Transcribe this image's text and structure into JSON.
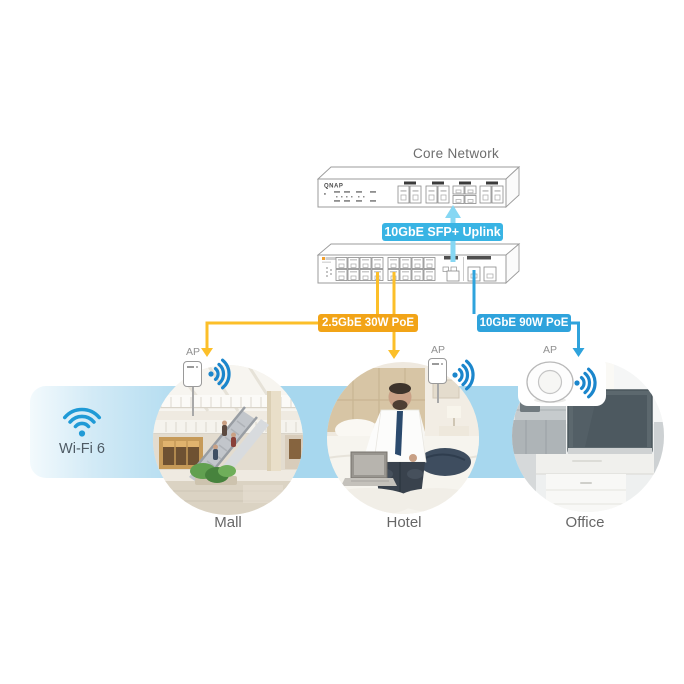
{
  "header": {
    "core_network_label": "Core Network"
  },
  "switches": {
    "brand": "QNAP"
  },
  "badges": {
    "uplink": {
      "label": "10GbE SFP+ Uplink",
      "color": "#39b4e4"
    },
    "poe30": {
      "label": "2.5GbE 30W PoE",
      "color": "#f2a417"
    },
    "poe90": {
      "label": "10GbE 90W PoE",
      "color": "#2fa3dc"
    }
  },
  "wifi": {
    "label": "Wi-Fi 6"
  },
  "access_point": {
    "label": "AP"
  },
  "locations": [
    {
      "name": "Mall"
    },
    {
      "name": "Hotel"
    },
    {
      "name": "Office"
    }
  ],
  "colors": {
    "band": "#a7d7ee",
    "line_yellow": "#fcbf29",
    "line_blue": "#2fa3dc",
    "line_cyan_uplink": "#86d7f3",
    "wifi6_icon": "#1f9ad6",
    "ap_signal": "#1b86cc",
    "label_gray": "#6d6d6d"
  }
}
